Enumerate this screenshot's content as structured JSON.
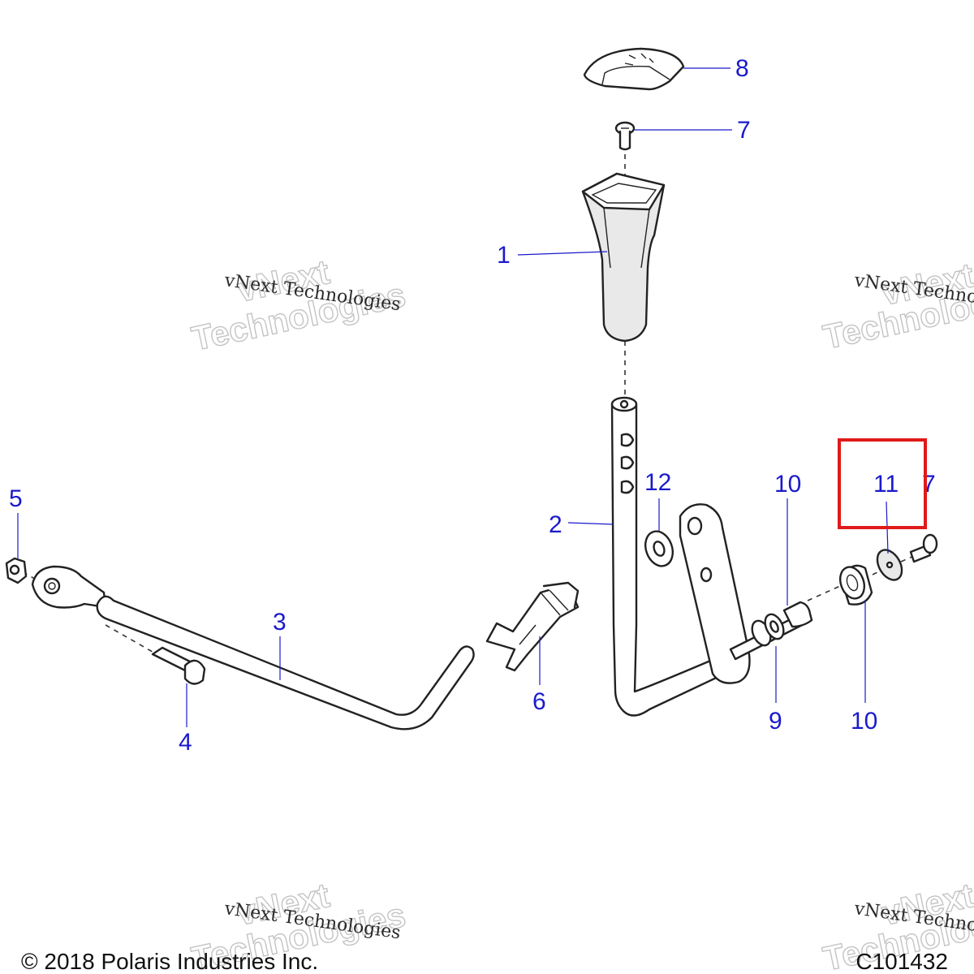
{
  "diagram": {
    "callouts": [
      {
        "id": "8",
        "label": "8"
      },
      {
        "id": "7a",
        "label": "7"
      },
      {
        "id": "1",
        "label": "1"
      },
      {
        "id": "12",
        "label": "12"
      },
      {
        "id": "2",
        "label": "2"
      },
      {
        "id": "10a",
        "label": "10"
      },
      {
        "id": "11",
        "label": "11"
      },
      {
        "id": "7b",
        "label": "7"
      },
      {
        "id": "5",
        "label": "5"
      },
      {
        "id": "3",
        "label": "3"
      },
      {
        "id": "6",
        "label": "6"
      },
      {
        "id": "9",
        "label": "9"
      },
      {
        "id": "10b",
        "label": "10"
      },
      {
        "id": "4",
        "label": "4"
      }
    ],
    "highlight_color": "#e01a1a",
    "callout_color": "#1a1acc"
  },
  "watermark": {
    "small_text": "vNext Technologies",
    "big_line1": "vNext",
    "big_line2": "Technologies"
  },
  "footer": {
    "copyright": "© 2018 Polaris Industries Inc.",
    "code": "C101432"
  }
}
